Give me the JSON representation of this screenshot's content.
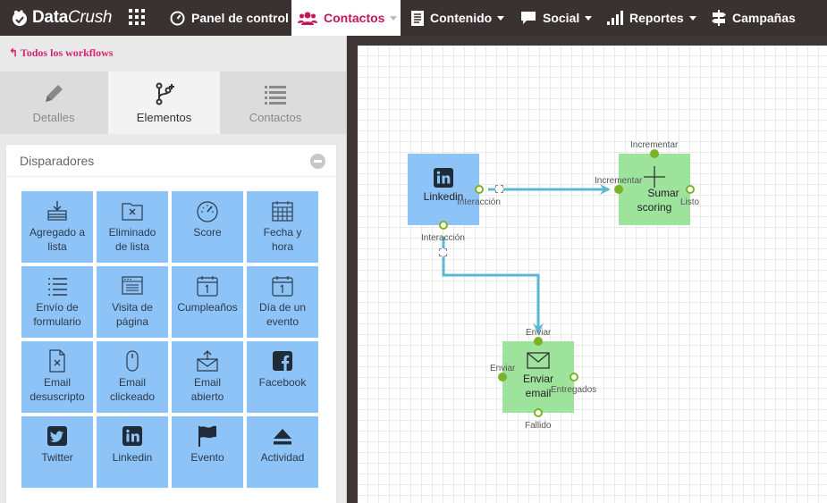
{
  "brand": {
    "name_a": "Data",
    "name_b": "Crush",
    "icon": "logo-badge-icon"
  },
  "nav": {
    "apps_icon": "apps-grid-icon",
    "items": [
      {
        "label": "Panel de control",
        "icon": "dashboard-icon"
      },
      {
        "label": "Contactos",
        "icon": "contacts-icon"
      },
      {
        "label": "Contenido",
        "icon": "document-icon"
      },
      {
        "label": "Social",
        "icon": "chat-icon"
      },
      {
        "label": "Reportes",
        "icon": "bars-icon"
      },
      {
        "label": "Campañas",
        "icon": "signpost-icon"
      }
    ]
  },
  "back_link": "Todos los workflows",
  "tabs": [
    {
      "label": "Detalles",
      "icon": "pencil-icon"
    },
    {
      "label": "Elementos",
      "icon": "branch-icon"
    },
    {
      "label": "Contactos",
      "icon": "list-icon"
    }
  ],
  "section": {
    "title": "Disparadores",
    "collapse_icon": "minus-circle-icon"
  },
  "tiles": [
    {
      "l1": "Agregado a",
      "l2": "lista",
      "icon": "add-to-list-icon"
    },
    {
      "l1": "Eliminado",
      "l2": "de lista",
      "icon": "remove-from-list-icon"
    },
    {
      "l1": "Score",
      "l2": "",
      "icon": "gauge-icon"
    },
    {
      "l1": "Fecha y",
      "l2": "hora",
      "icon": "calendar-icon"
    },
    {
      "l1": "Envío de",
      "l2": "formulario",
      "icon": "form-icon"
    },
    {
      "l1": "Visita de",
      "l2": "página",
      "icon": "browser-icon"
    },
    {
      "l1": "Cumpleaños",
      "l2": "",
      "icon": "birthday-calendar-icon"
    },
    {
      "l1": "Día de un",
      "l2": "evento",
      "icon": "event-calendar-icon"
    },
    {
      "l1": "Email",
      "l2": "desuscripto",
      "icon": "unsubscribe-file-icon"
    },
    {
      "l1": "Email",
      "l2": "clickeado",
      "icon": "mouse-icon"
    },
    {
      "l1": "Email",
      "l2": "abierto",
      "icon": "open-envelope-icon"
    },
    {
      "l1": "Facebook",
      "l2": "",
      "icon": "facebook-icon"
    },
    {
      "l1": "Twitter",
      "l2": "",
      "icon": "twitter-icon"
    },
    {
      "l1": "Linkedin",
      "l2": "",
      "icon": "linkedin-icon"
    },
    {
      "l1": "Evento",
      "l2": "",
      "icon": "flag-icon"
    },
    {
      "l1": "Actividad",
      "l2": "",
      "icon": "eject-icon"
    }
  ],
  "workflow": {
    "linkedin": {
      "label": "Linkedin",
      "out_port": "Interacción",
      "bottom_port": "Interacción",
      "icon": "linkedin-icon"
    },
    "sumar": {
      "l1": "Sumar",
      "l2": "scoring",
      "top_port": "Incrementar",
      "left_port": "Incrementar",
      "right_port": "Listo",
      "icon": "plus-icon"
    },
    "email": {
      "l1": "Enviar",
      "l2": "email",
      "top_port": "Enviar",
      "left_port": "Enviar",
      "right_port": "Entregados",
      "bottom_port": "Fallido",
      "icon": "envelope-icon"
    },
    "colors": {
      "trigger": "#8ec3f8",
      "action": "#9de39c",
      "connector": "#5bb8d4",
      "port": "#7bb327"
    }
  }
}
